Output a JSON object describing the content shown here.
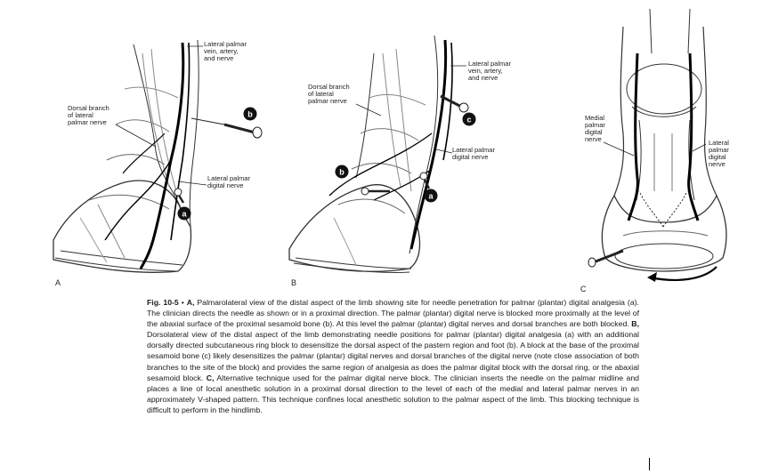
{
  "panel_a": {
    "letter": "A",
    "labels": {
      "vein": [
        "Lateral palmar",
        "vein, artery,",
        "and nerve"
      ],
      "dorsal": [
        "Dorsal branch",
        "of lateral",
        "palmar nerve"
      ],
      "digital": [
        "Lateral palmar",
        "digital nerve"
      ]
    },
    "badges": [
      "b",
      "a"
    ]
  },
  "panel_b": {
    "letter": "B",
    "labels": {
      "dorsal": [
        "Dorsal branch",
        "of lateral",
        "palmar nerve"
      ],
      "vein": [
        "Lateral palmar",
        "vein, artery,",
        "and nerve"
      ],
      "digital": [
        "Lateral palmar",
        "digital nerve"
      ]
    },
    "badges": [
      "c",
      "b",
      "a"
    ]
  },
  "panel_c": {
    "letter": "C",
    "labels": {
      "medial": [
        "Medial",
        "palmar",
        "digital",
        "nerve"
      ],
      "lateral": [
        "Lateral",
        "palmar",
        "digital",
        "nerve"
      ]
    }
  },
  "caption": {
    "fig_number": "Fig. 10-5",
    "bullet": "•",
    "a_label": "A,",
    "a_text": "Palmarolateral view of the distal aspect of the limb showing site for needle penetration for palmar (plantar) digital analgesia (a). The clinician directs the needle as shown or in a proximal direction. The palmar (plantar) digital nerve is blocked more proximally at the level of the abaxial surface of the proximal sesamoid bone (b). At this level the palmar (plantar) digital nerves and dorsal branches are both blocked.",
    "b_label": "B,",
    "b_text": "Dorsolateral view of the distal aspect of the limb demonstrating needle positions for palmar (plantar) digital analgesia (a) with an additional dorsally directed subcutaneous ring block to desensitize the dorsal aspect of the pastern region and foot (b). A block at the base of the proximal sesamoid bone (c) likely desensitizes the palmar (plantar) digital nerves and dorsal branches of the digital nerve (note close association of both branches to the site of the block) and provides the same region of analgesia as does the palmar digital block with the dorsal ring, or the abaxial sesamoid block.",
    "c_label": "C,",
    "c_text": "Alternative technique used for the palmar digital nerve block. The clinician inserts the needle on the palmar midline and places a line of local anesthetic solution in a proximal dorsal direction to the level of each of the medial and lateral palmar nerves in an approximately V-shaped pattern. This technique confines local anesthetic solution to the palmar aspect of the limb. This blocking technique is difficult to perform in the hindlimb."
  }
}
